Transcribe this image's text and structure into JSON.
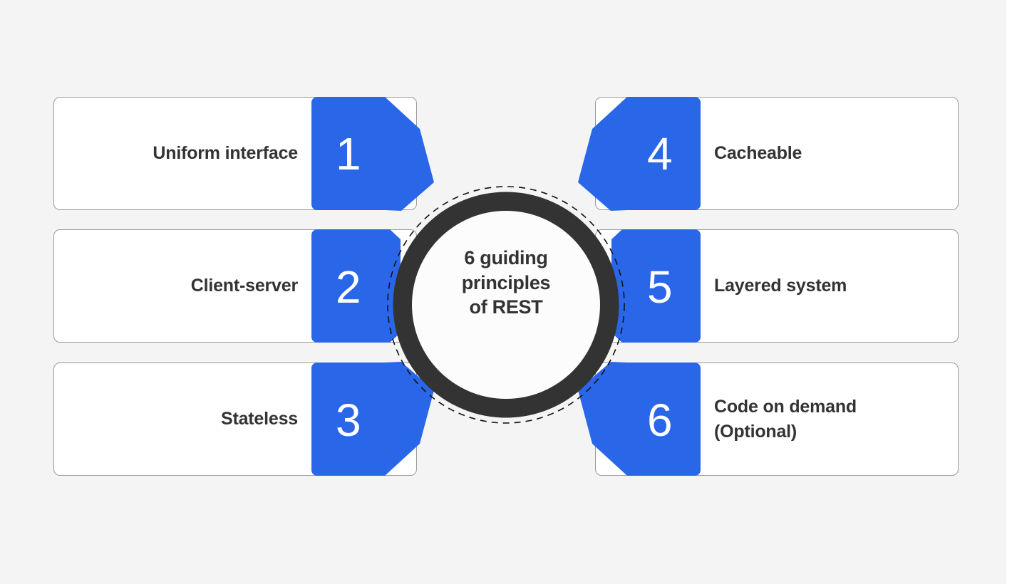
{
  "diagram": {
    "title": "6 guiding principles of REST",
    "hub_text": "6 guiding\nprinciples\nof REST",
    "background_color": "#f4f4f4",
    "accent_color": "#2a66e8",
    "ring_color": "#333333",
    "card_border_color": "#9b9b9b",
    "text_color": "#333333",
    "number_color": "#ffffff"
  },
  "principles": [
    {
      "number": "1",
      "label": "Uniform interface",
      "side": "left",
      "row": 1
    },
    {
      "number": "2",
      "label": "Client-server",
      "side": "left",
      "row": 2
    },
    {
      "number": "3",
      "label": "Stateless",
      "side": "left",
      "row": 3
    },
    {
      "number": "4",
      "label": "Cacheable",
      "side": "right",
      "row": 1
    },
    {
      "number": "5",
      "label": "Layered system",
      "side": "right",
      "row": 2
    },
    {
      "number": "6",
      "label": "Code on demand\n(Optional)",
      "side": "right",
      "row": 3
    }
  ]
}
